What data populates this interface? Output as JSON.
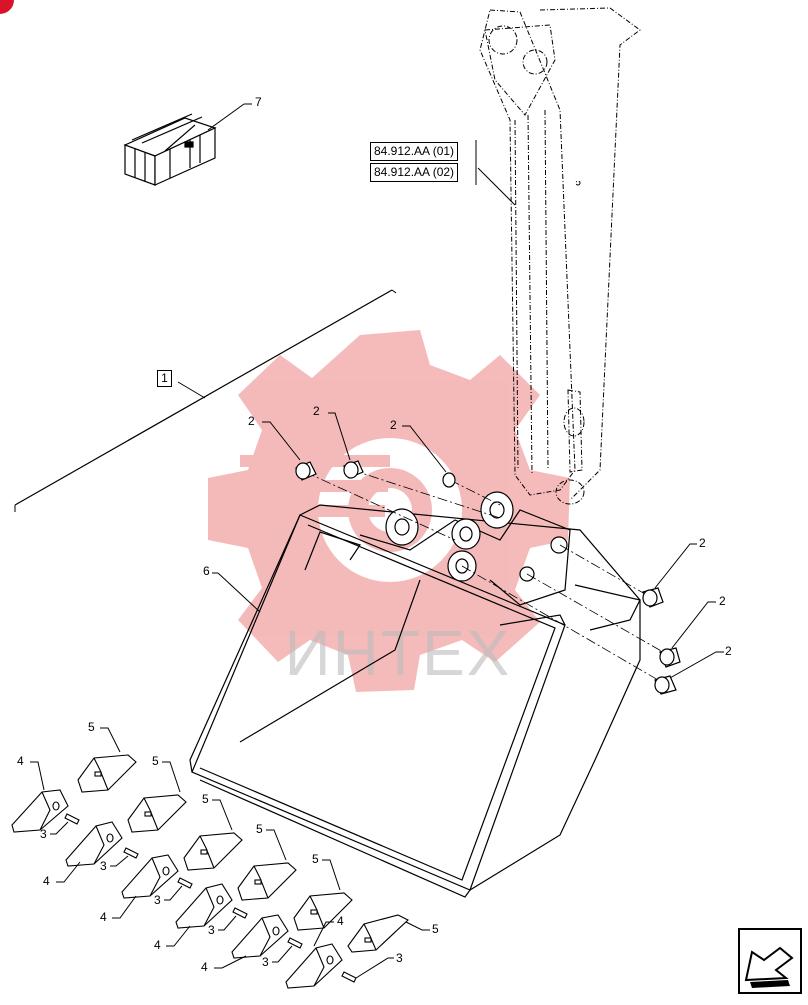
{
  "diagram": {
    "references": [
      {
        "label": "84.912.AA (01)"
      },
      {
        "label": "84.912.AA (02)"
      }
    ],
    "assembly_label": "1",
    "watermark_text": "ИНТЕХ",
    "colors": {
      "line": "#000000",
      "watermark": "#e23b3b",
      "corner_badge": "#d9142a"
    },
    "callouts": {
      "kit": "7",
      "bucket": "6",
      "bush_a": "2",
      "bush_b": "2",
      "bush_c": "2",
      "bush_d": "2",
      "bush_e": "2",
      "bush_f": "2",
      "adapter_1": "4",
      "adapter_2": "4",
      "adapter_3": "4",
      "adapter_4": "4",
      "adapter_5": "4",
      "adapter_6": "4",
      "pin_1": "3",
      "pin_2": "3",
      "pin_3": "3",
      "pin_4": "3",
      "pin_5": "3",
      "pin_6": "3",
      "tooth_1": "5",
      "tooth_2": "5",
      "tooth_3": "5",
      "tooth_4": "5",
      "tooth_5": "5",
      "tooth_6": "5"
    },
    "nav_icon": "next-page-arrow-icon"
  }
}
